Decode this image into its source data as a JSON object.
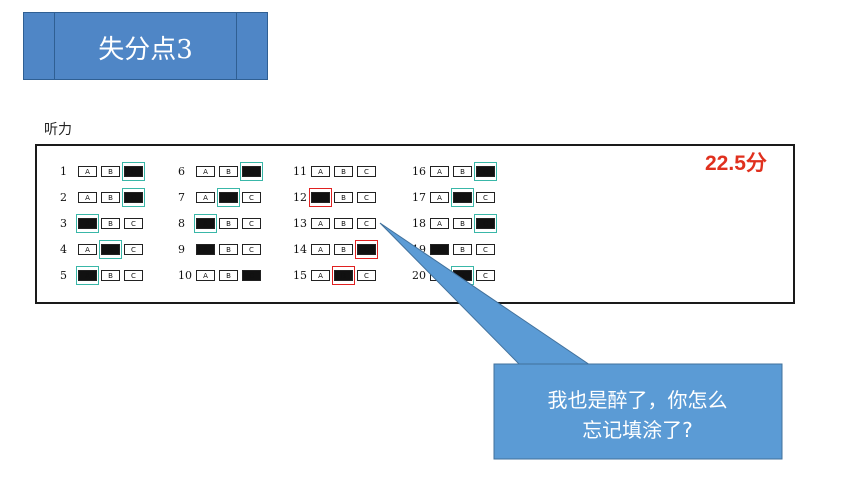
{
  "title": "失分点3",
  "section_label": "听力",
  "score": "22.5分",
  "option_labels": [
    "A",
    "B",
    "C"
  ],
  "questions": [
    {
      "num": "1",
      "filled": "C",
      "mark": "C",
      "wrong": false
    },
    {
      "num": "2",
      "filled": "C",
      "mark": "C",
      "wrong": false
    },
    {
      "num": "3",
      "filled": "A",
      "mark": "A",
      "wrong": false
    },
    {
      "num": "4",
      "filled": "B",
      "mark": "B",
      "wrong": false
    },
    {
      "num": "5",
      "filled": "A",
      "mark": "A",
      "wrong": false
    },
    {
      "num": "6",
      "filled": "C",
      "mark": "C",
      "wrong": false
    },
    {
      "num": "7",
      "filled": "B",
      "mark": "B",
      "wrong": false
    },
    {
      "num": "8",
      "filled": "A",
      "mark": "A",
      "wrong": false
    },
    {
      "num": "9",
      "filled": "A",
      "mark": "",
      "wrong": false
    },
    {
      "num": "10",
      "filled": "C",
      "mark": "",
      "wrong": false
    },
    {
      "num": "11",
      "filled": "",
      "mark": "",
      "wrong": false
    },
    {
      "num": "12",
      "filled": "A",
      "mark": "A",
      "wrong": true
    },
    {
      "num": "13",
      "filled": "",
      "mark": "",
      "wrong": false
    },
    {
      "num": "14",
      "filled": "C",
      "mark": "C",
      "wrong": true
    },
    {
      "num": "15",
      "filled": "B",
      "mark": "B",
      "wrong": true
    },
    {
      "num": "16",
      "filled": "C",
      "mark": "C",
      "wrong": false
    },
    {
      "num": "17",
      "filled": "B",
      "mark": "B",
      "wrong": false
    },
    {
      "num": "18",
      "filled": "C",
      "mark": "C",
      "wrong": false
    },
    {
      "num": "19",
      "filled": "A",
      "mark": "",
      "wrong": false
    },
    {
      "num": "20",
      "filled": "B",
      "mark": "B",
      "wrong": false
    }
  ],
  "callout": {
    "line1": "我也是醉了，你怎么",
    "line2": "忘记填涂了?"
  },
  "colors": {
    "title_bg": "#4f86c6",
    "callout_bg": "#5b9bd5",
    "score": "#e0301e",
    "correct_mark": "#39b7a8",
    "wrong_mark": "#e02020"
  }
}
